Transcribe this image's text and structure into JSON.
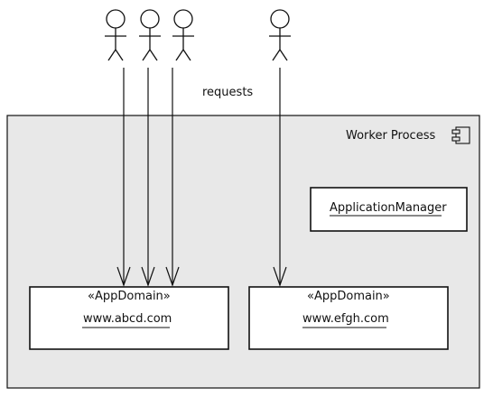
{
  "diagram": {
    "requests_label": "requests",
    "worker_process": {
      "title": "Worker Process",
      "icon": "component-icon",
      "fill_color": "#e8e8e8"
    },
    "application_manager": {
      "label": "ApplicationManager"
    },
    "app_domains": [
      {
        "stereotype": "«AppDomain»",
        "name": "www.abcd.com"
      },
      {
        "stereotype": "«AppDomain»",
        "name": "www.efgh.com"
      }
    ],
    "actors": [
      {
        "icon": "actor-icon",
        "target": "www.abcd.com"
      },
      {
        "icon": "actor-icon",
        "target": "www.abcd.com"
      },
      {
        "icon": "actor-icon",
        "target": "www.abcd.com"
      },
      {
        "icon": "actor-icon",
        "target": "www.efgh.com"
      }
    ]
  }
}
